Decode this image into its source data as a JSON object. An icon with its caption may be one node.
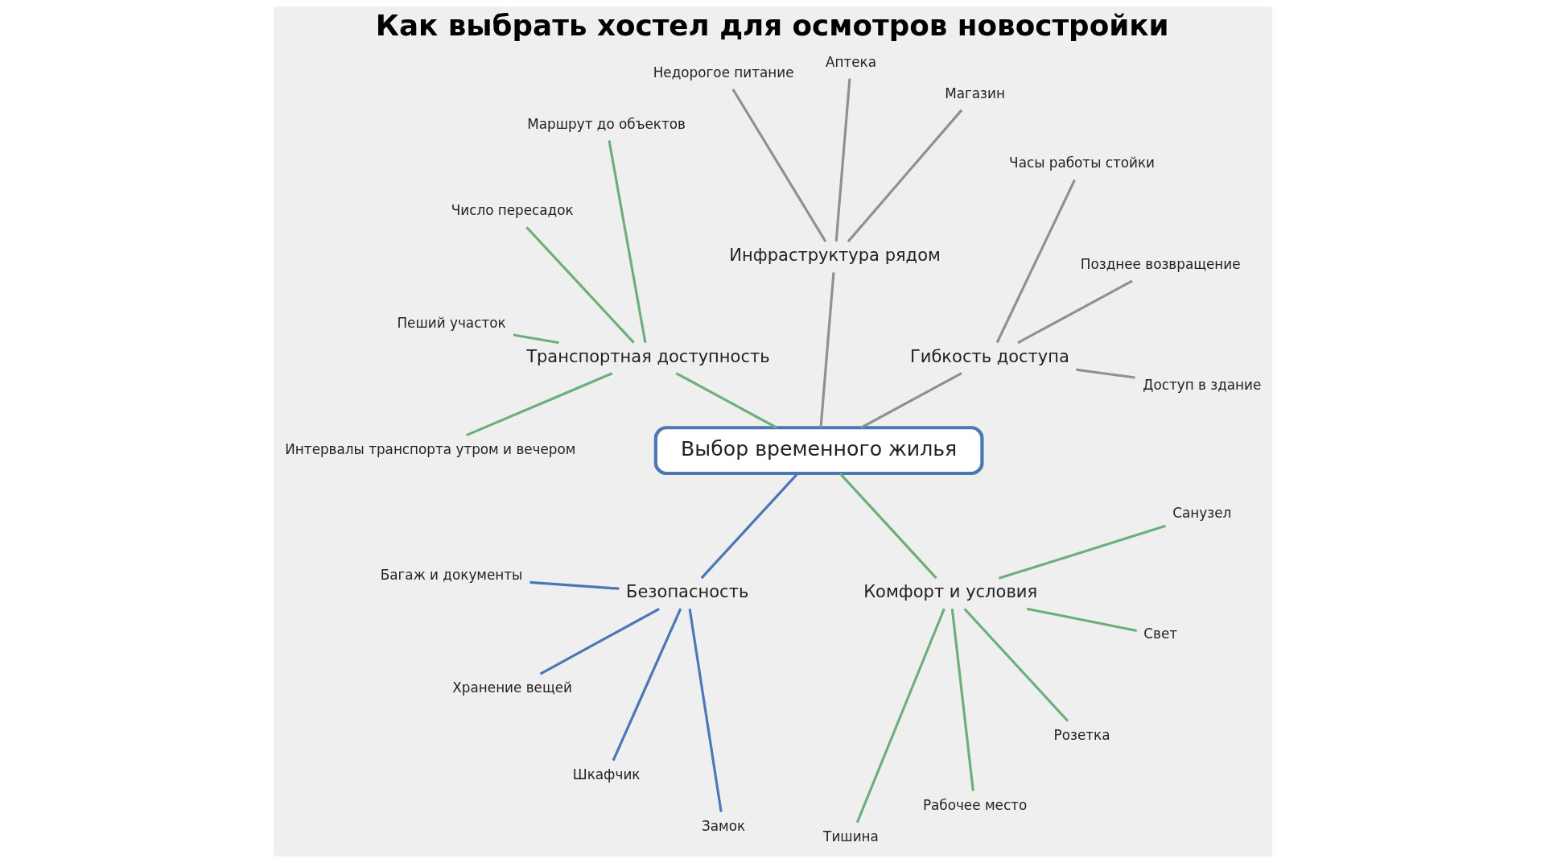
{
  "diagram": {
    "title": "Как выбрать хостел для осмотров новостройки",
    "nodes": [
      {
        "text": [
          "Выбор временного жилья"
        ]
      },
      {
        "text": [
          "Гибкость доступа"
        ]
      },
      {
        "text": [
          "Доступ в здание"
        ]
      },
      {
        "text": [
          "Позднее возвращение"
        ]
      },
      {
        "text": [
          "Часы работы стойки"
        ]
      },
      {
        "text": [
          "Инфраструктура рядом"
        ]
      },
      {
        "text": [
          "Магазин"
        ]
      },
      {
        "text": [
          "Аптека"
        ]
      },
      {
        "text": [
          "Недорогое питание"
        ]
      },
      {
        "text": [
          "Транспортная доступность"
        ]
      },
      {
        "text": [
          "Маршрут до объектов"
        ]
      },
      {
        "text": [
          "Число пересадок"
        ]
      },
      {
        "text": [
          "Пеший участок"
        ]
      },
      {
        "text": [
          "Интервалы транспорта утром и вечером"
        ]
      },
      {
        "text": [
          "Безопасность"
        ]
      },
      {
        "text": [
          "Багаж и документы"
        ]
      },
      {
        "text": [
          "Хранение вещей"
        ]
      },
      {
        "text": [
          "Шкафчик"
        ]
      },
      {
        "text": [
          "Замок"
        ]
      },
      {
        "text": [
          "Комфорт и условия"
        ]
      },
      {
        "text": [
          "Тишина"
        ]
      },
      {
        "text": [
          "Рабочее место"
        ]
      },
      {
        "text": [
          "Розетка"
        ]
      },
      {
        "text": [
          "Свет"
        ]
      },
      {
        "text": [
          "Санузел"
        ]
      }
    ],
    "edges": [
      {
        "from": 0,
        "to": 1,
        "arrow": "none",
        "color": "#8c9196"
      },
      {
        "from": 1,
        "to": 2,
        "arrow": "none",
        "color": "#8c9196"
      },
      {
        "from": 1,
        "to": 3,
        "arrow": "none",
        "color": "#8c9196"
      },
      {
        "from": 1,
        "to": 4,
        "arrow": "none",
        "color": "#8c9196"
      },
      {
        "from": 0,
        "to": 5,
        "arrow": "none",
        "color": "#8c9196"
      },
      {
        "from": 5,
        "to": 6,
        "arrow": "none",
        "color": "#8c9196"
      },
      {
        "from": 5,
        "to": 7,
        "arrow": "none",
        "color": "#8c9196"
      },
      {
        "from": 5,
        "to": 8,
        "arrow": "none",
        "color": "#8c9196"
      },
      {
        "from": 0,
        "to": 9,
        "arrow": "none"
      },
      {
        "from": 9,
        "to": 10,
        "arrow": "none"
      },
      {
        "from": 9,
        "to": 11,
        "arrow": "none"
      },
      {
        "from": 9,
        "to": 12,
        "arrow": "none"
      },
      {
        "from": 9,
        "to": 13,
        "arrow": "none"
      },
      {
        "from": 0,
        "to": 14,
        "arrow": "none",
        "color": "#4a78b5"
      },
      {
        "from": 14,
        "to": 15,
        "arrow": "none",
        "color": "#4a78b5"
      },
      {
        "from": 14,
        "to": 16,
        "arrow": "none",
        "color": "#4a78b5"
      },
      {
        "from": 14,
        "to": 17,
        "arrow": "none",
        "color": "#4a78b5"
      },
      {
        "from": 14,
        "to": 18,
        "arrow": "none",
        "color": "#4a78b5"
      },
      {
        "from": 0,
        "to": 19,
        "arrow": "none"
      },
      {
        "from": 19,
        "to": 20,
        "arrow": "none"
      },
      {
        "from": 19,
        "to": 21,
        "arrow": "none"
      },
      {
        "from": 19,
        "to": 22,
        "arrow": "none"
      },
      {
        "from": 19,
        "to": 23,
        "arrow": "none"
      },
      {
        "from": 19,
        "to": 24,
        "arrow": "none"
      }
    ]
  }
}
